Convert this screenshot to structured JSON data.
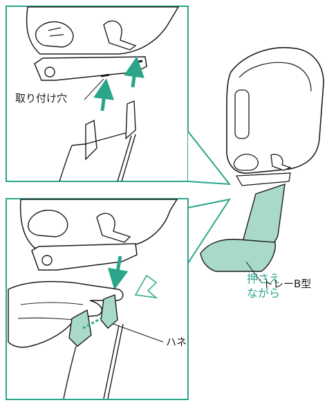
{
  "labels": {
    "mounting_holes": "取り付け穴",
    "press_line1": "押さえ",
    "press_line2": "ながら",
    "wing": "ハネ",
    "tray_b": "トレーB型"
  },
  "colors": {
    "frame": "#2aa58a",
    "tray_fill": "#a9d9c9",
    "arrow": "#2aa58a",
    "line": "#1a1a1a"
  },
  "icons": {
    "arrow_up": "arrow-up-icon",
    "arrow_down": "arrow-down-icon",
    "press_hint": "press-hint-icon"
  }
}
